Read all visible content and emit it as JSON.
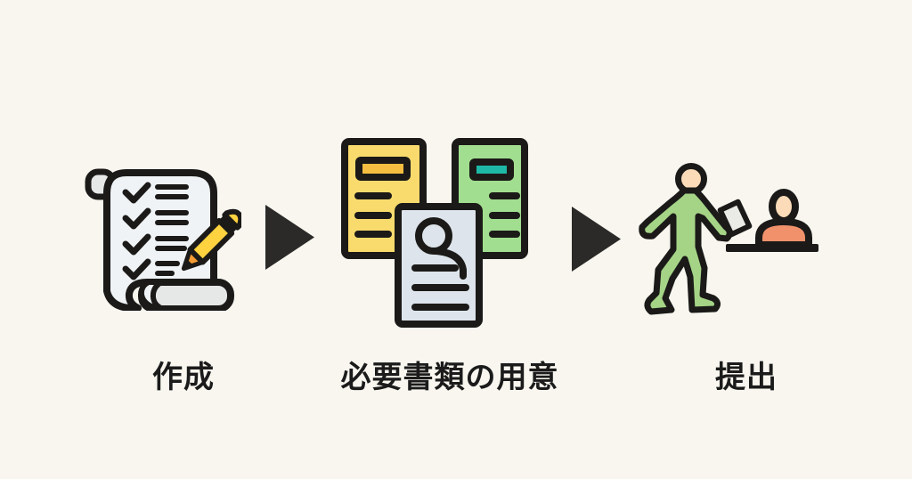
{
  "background_color": "#F8F6EF",
  "flow": {
    "arrow_color": "#2B2A28",
    "outline_color": "#1B1A18",
    "steps": [
      {
        "label": "作成",
        "icon": "checklist-scroll-icon"
      },
      {
        "label": "必要書類の用意",
        "icon": "documents-stack-icon"
      },
      {
        "label": "提出",
        "icon": "person-submitting-documents-icon"
      }
    ]
  },
  "colors": {
    "scroll_paper": "#EFF3F5",
    "scroll_roll": "#E6E7E7",
    "pencil_body": "#FFD23F",
    "pencil_wood": "#F49B33",
    "doc_yellow": "#F9DB6D",
    "doc_yellow_header": "#F6BE41",
    "doc_green": "#A2DE90",
    "doc_green_header": "#1EB9A6",
    "doc_gray": "#DDE4EB",
    "person_green": "#A5D487",
    "person_orange": "#F0916C",
    "skin": "#FCDCB8",
    "note_paper": "#EAEAE6",
    "label_text": "#1B1B1B"
  }
}
